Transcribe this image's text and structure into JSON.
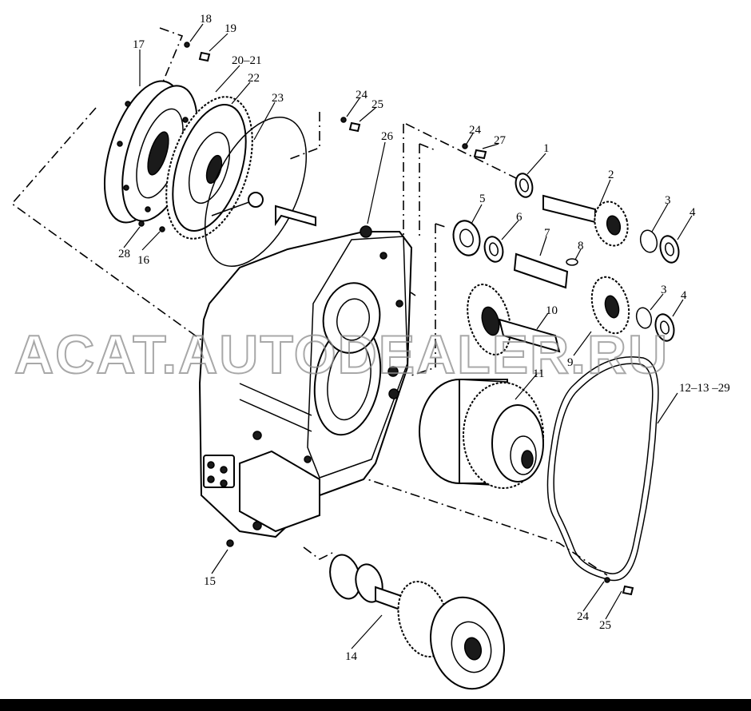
{
  "diagram": {
    "part_labels": [
      {
        "id": "p1",
        "text": "1"
      },
      {
        "id": "p2",
        "text": "2"
      },
      {
        "id": "p3a",
        "text": "3"
      },
      {
        "id": "p4a",
        "text": "4"
      },
      {
        "id": "p5",
        "text": "5"
      },
      {
        "id": "p6",
        "text": "6"
      },
      {
        "id": "p7",
        "text": "7"
      },
      {
        "id": "p8",
        "text": "8"
      },
      {
        "id": "p3b",
        "text": "3"
      },
      {
        "id": "p4b",
        "text": "4"
      },
      {
        "id": "p9",
        "text": "9"
      },
      {
        "id": "p10",
        "text": "10"
      },
      {
        "id": "p11",
        "text": "11"
      },
      {
        "id": "p12",
        "text": "12–13 –29"
      },
      {
        "id": "p14",
        "text": "14"
      },
      {
        "id": "p15",
        "text": "15"
      },
      {
        "id": "p16",
        "text": "16"
      },
      {
        "id": "p17",
        "text": "17"
      },
      {
        "id": "p18",
        "text": "18"
      },
      {
        "id": "p19",
        "text": "19"
      },
      {
        "id": "p20",
        "text": "20–21"
      },
      {
        "id": "p22",
        "text": "22"
      },
      {
        "id": "p23",
        "text": "23"
      },
      {
        "id": "p24a",
        "text": "24"
      },
      {
        "id": "p25a",
        "text": "25"
      },
      {
        "id": "p24b",
        "text": "24"
      },
      {
        "id": "p27",
        "text": "27"
      },
      {
        "id": "p26",
        "text": "26"
      },
      {
        "id": "p28",
        "text": "28"
      },
      {
        "id": "p24c",
        "text": "24"
      },
      {
        "id": "p25b",
        "text": "25"
      }
    ],
    "watermark": "ACAT.AUTODEALER.RU"
  }
}
